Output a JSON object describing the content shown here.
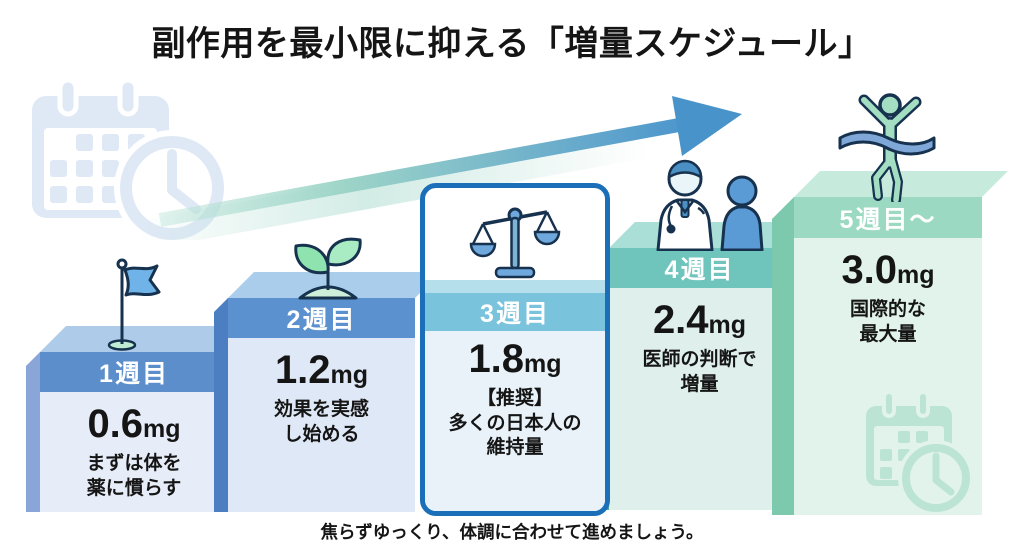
{
  "title": "副作用を最小限に抑える「増量スケジュール」",
  "footer": "焦らずゆっくり、体調に合わせて進めましょう。",
  "steps": [
    {
      "week": "1週目",
      "dose": "0.6",
      "unit": "mg",
      "desc": "まずは体を\n薬に慣らす",
      "icon": "flag-icon",
      "highlighted": false
    },
    {
      "week": "2週目",
      "dose": "1.2",
      "unit": "mg",
      "desc": "効果を実感\nし始める",
      "icon": "sprout-icon",
      "highlighted": false
    },
    {
      "week": "3週目",
      "dose": "1.8",
      "unit": "mg",
      "desc": "【推奨】\n多くの日本人の\n維持量",
      "icon": "balance-scale-icon",
      "highlighted": true
    },
    {
      "week": "4週目",
      "dose": "2.4",
      "unit": "mg",
      "desc": "医師の判断で\n増量",
      "icon": "doctor-patient-icon",
      "highlighted": false
    },
    {
      "week": "5週目〜",
      "dose": "3.0",
      "unit": "mg",
      "desc": "国際的な\n最大量",
      "icon": "finish-line-icon",
      "highlighted": false
    }
  ],
  "watermarks": [
    "calendar-clock-icon-top-left",
    "calendar-clock-icon-bottom-right"
  ],
  "colors": {
    "background": "#FFFFFF",
    "text": "#151515",
    "highlight_border": "#1A6FB8",
    "week1_band": "#5C8ECB",
    "week2_band": "#5B91CE",
    "week3_band": "#7AC3DC",
    "week4_band": "#6FC5BC",
    "week5_band": "#9BD9C3",
    "arrow_gradient_start": "#9FD6C9",
    "arrow_gradient_end": "#4E97CD"
  }
}
